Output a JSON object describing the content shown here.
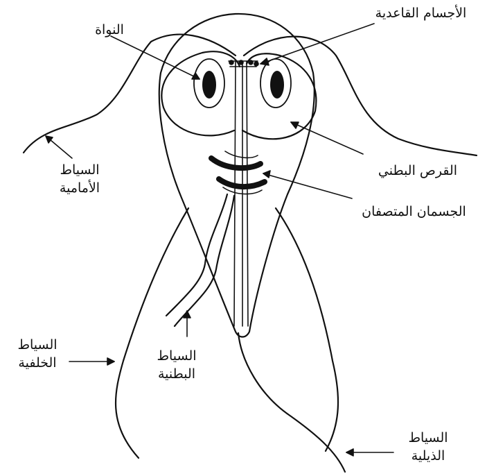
{
  "labels": {
    "nucleus": "النواة",
    "basal_bodies": "الأجسام القاعدية",
    "ventral_disc": "القرص البطني",
    "median_bodies": "الجسمان المتصفان",
    "anterior_flagella": [
      "السياط",
      "الأمامية"
    ],
    "posterior_flagella": [
      "السياط",
      "الخلفية"
    ],
    "ventral_flagella": [
      "السياط",
      "البطنية"
    ],
    "caudal_flagella": [
      "السياط",
      "الذيلية"
    ]
  },
  "colors": {
    "ink": "#111111",
    "background": "#ffffff"
  }
}
